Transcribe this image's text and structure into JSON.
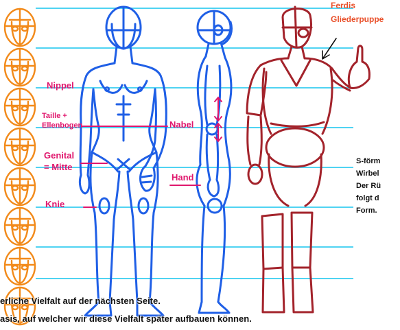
{
  "labels": {
    "nippel": "Nippel",
    "taille": "Taille +",
    "ellenbogen": "Ellenbogen",
    "nabel": "Nabel",
    "genital": "Genital",
    "mitte": "= Mitte",
    "hand": "Hand",
    "knie": "Knie"
  },
  "title": {
    "line1": "Ferdis",
    "line2": "Gliederpuppe"
  },
  "side_note": [
    "S-förm",
    "Wirbel",
    "Der Rü",
    "folgt d",
    "Form."
  ],
  "caption": [
    "erliche Vielfalt auf der nächsten Seite.",
    "asis, auf welcher wir diese Vielfalt später aufbauen können."
  ],
  "colors": {
    "heads": "#f28a1a",
    "guides": "#4fd3f2",
    "figure": "#1f5fe6",
    "mannequin": "#a3232b",
    "labels": "#e0176d",
    "title": "#e9502a",
    "text": "#111111"
  }
}
